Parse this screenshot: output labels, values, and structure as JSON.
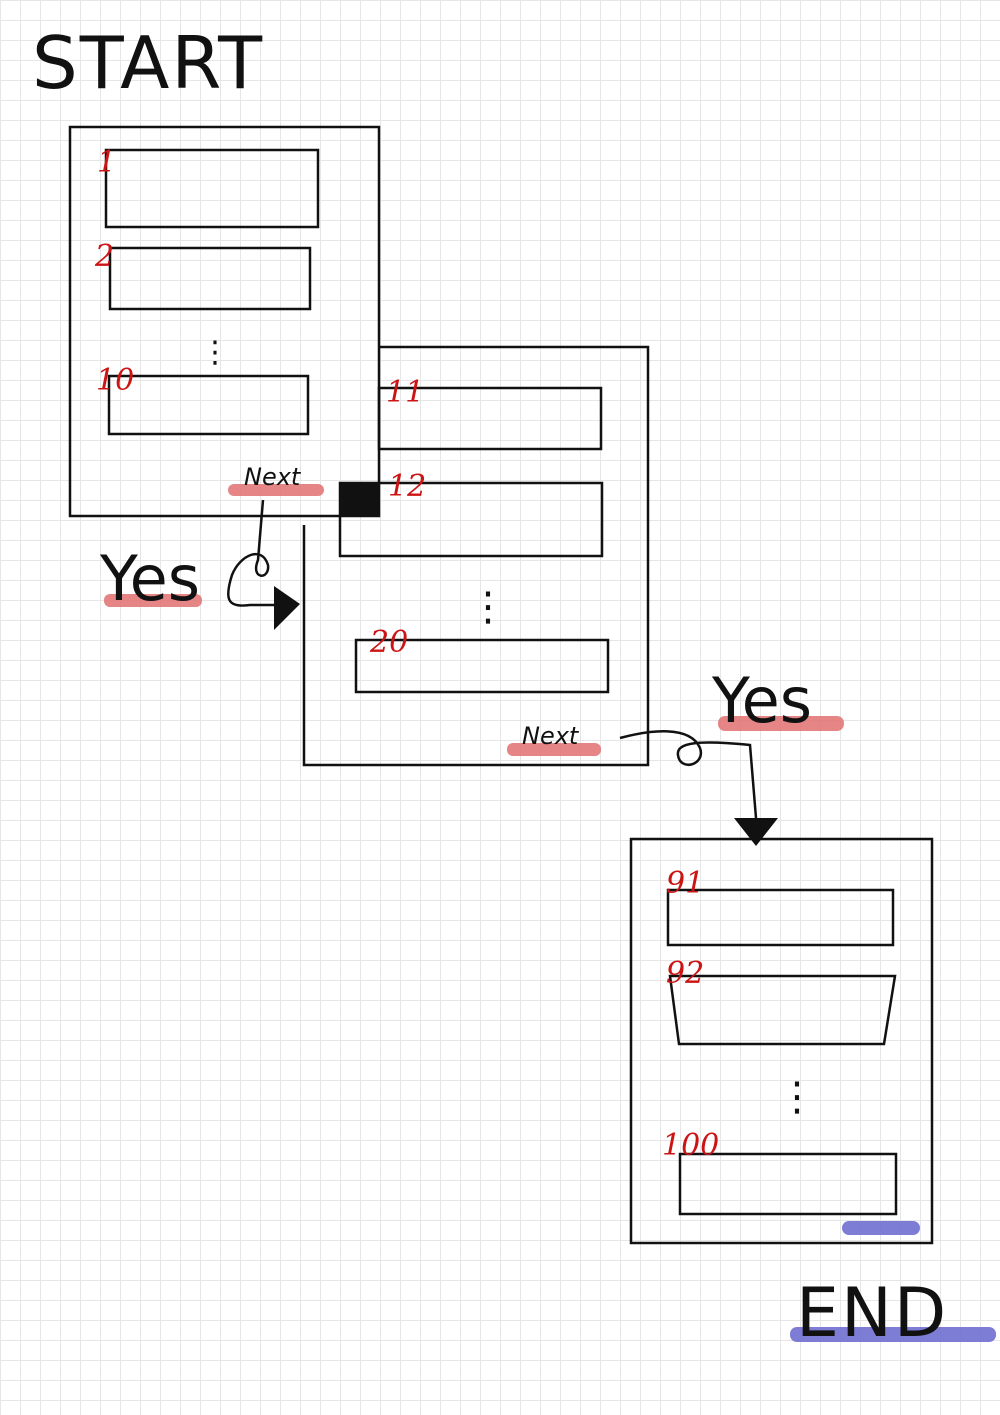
{
  "start_label": "START",
  "end_label": "END",
  "colors": {
    "number": "#cc1414",
    "highlight_red": "#e07070",
    "highlight_blue": "#6f6fd0",
    "ink": "#111111"
  },
  "page1": {
    "items": [
      "1",
      "2",
      "10"
    ],
    "ellipsis": "⋮",
    "next_label": "Next"
  },
  "page2": {
    "items": [
      "11",
      "12",
      "20"
    ],
    "ellipsis": "⋮",
    "next_label": "Next"
  },
  "page3": {
    "items": [
      "91",
      "92",
      "100"
    ],
    "ellipsis": "⋮"
  },
  "branch1_label": "Yes",
  "branch2_label": "Yes"
}
